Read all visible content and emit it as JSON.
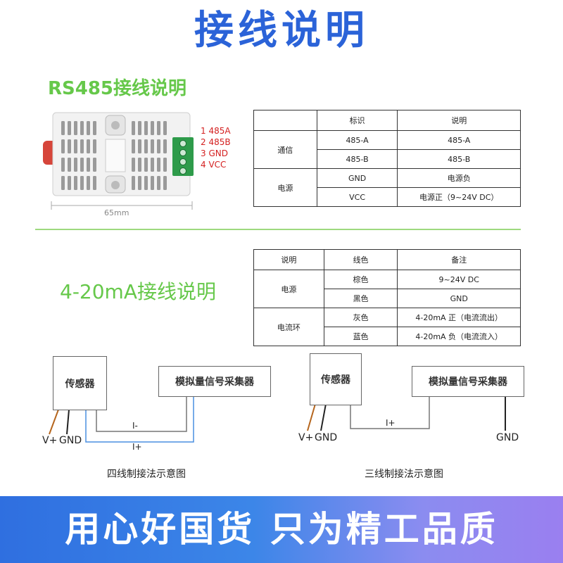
{
  "title": "接线说明",
  "rs485": {
    "heading": "RS485接线说明",
    "pins": [
      "1 485A",
      "2 485B",
      "3 GND",
      "4 VCC"
    ],
    "width_label": "65mm",
    "table": {
      "headers": [
        "",
        "标识",
        "说明"
      ],
      "groups": [
        {
          "name": "通信",
          "rows": [
            [
              "485-A",
              "485-A"
            ],
            [
              "485-B",
              "485-B"
            ]
          ]
        },
        {
          "name": "电源",
          "rows": [
            [
              "GND",
              "电源负"
            ],
            [
              "VCC",
              "电源正（9~24V DC）"
            ]
          ]
        }
      ]
    }
  },
  "ma": {
    "heading": "4-20mA接线说明",
    "table": {
      "headers": [
        "说明",
        "线色",
        "备注"
      ],
      "groups": [
        {
          "name": "电源",
          "rows": [
            [
              "棕色",
              "9~24V DC"
            ],
            [
              "黑色",
              "GND"
            ]
          ]
        },
        {
          "name": "电流环",
          "rows": [
            [
              "灰色",
              "4-20mA 正（电流流出）"
            ],
            [
              "蓝色",
              "4-20mA 负（电流流入）"
            ]
          ]
        }
      ]
    }
  },
  "diagrams": {
    "four_wire": {
      "sensor": "传感器",
      "collector": "模拟量信号采集器",
      "vplus": "V+",
      "gnd": "GND",
      "i_minus": "I-",
      "i_plus": "I+",
      "caption": "四线制接法示意图"
    },
    "three_wire": {
      "sensor": "传感器",
      "collector": "模拟量信号采集器",
      "vplus": "V+",
      "gnd": "GND",
      "i_plus": "I+",
      "gnd2": "GND",
      "caption": "三线制接法示意图"
    }
  },
  "banner": "用心好国货 只为精工品质",
  "colors": {
    "title_blue": "#2b63d8",
    "heading_green": "#66c84a",
    "pin_red": "#d42020",
    "wire_blue": "#4a8fe0",
    "terminal_green": "#2e9b4a"
  }
}
